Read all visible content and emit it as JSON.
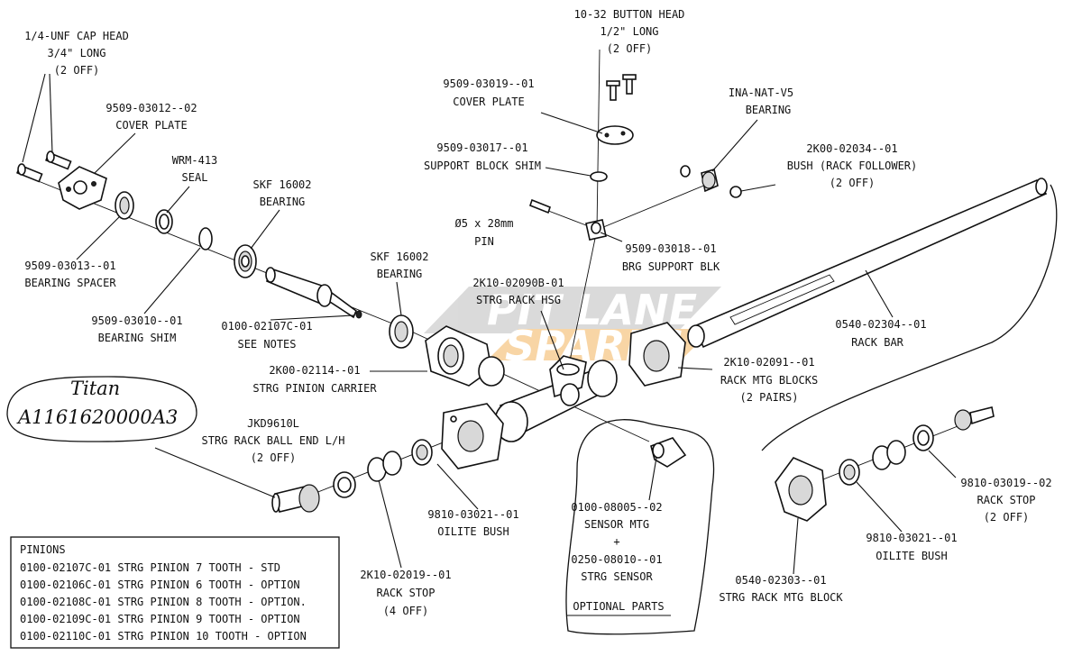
{
  "labels": {
    "cap_head_1": "1/4-UNF CAP HEAD",
    "cap_head_2": "3/4\" LONG",
    "cap_head_3": "(2 OFF)",
    "button_head_1": "10-32 BUTTON HEAD",
    "button_head_2": "1/2\" LONG",
    "button_head_3": "(2 OFF)",
    "cover_plate_l_num": "9509-03012--02",
    "cover_plate_l_name": "COVER PLATE",
    "cover_plate_t_num": "9509-03019--01",
    "cover_plate_t_name": "COVER PLATE",
    "seal_num": "WRM-413",
    "seal_name": "SEAL",
    "skf_1_num": "SKF 16002",
    "skf_1_name": "BEARING",
    "skf_2_num": "SKF 16002",
    "skf_2_name": "BEARING",
    "ina_num": "INA-NAT-V5",
    "ina_name": "BEARING",
    "bush_num": "2K00-02034--01",
    "bush_name": "BUSH (RACK FOLLOWER)",
    "bush_qty": "(2 OFF)",
    "shim_num": "9509-03017--01",
    "shim_name": "SUPPORT BLOCK SHIM",
    "pin_dim": "Ø5 x 28mm",
    "pin_name": "PIN",
    "brg_blk_num": "9509-03018--01",
    "brg_blk_name": "BRG SUPPORT BLK",
    "spacer_num": "9509-03013--01",
    "spacer_name": "BEARING SPACER",
    "bshim_num": "9509-03010--01",
    "bshim_name": "BEARING SHIM",
    "pinion_num": "0100-02107C-01",
    "pinion_name": "SEE NOTES",
    "rack_hsg_num": "2K10-02090B-01",
    "rack_hsg_name": "STRG RACK HSG",
    "rack_bar_num": "0540-02304--01",
    "rack_bar_name": "RACK BAR",
    "carrier_num": "2K00-02114--01",
    "carrier_name": "STRG PINION CARRIER",
    "mtg_blocks_num": "2K10-02091--01",
    "mtg_blocks_name": "RACK MTG BLOCKS",
    "mtg_blocks_qty": "(2 PAIRS)",
    "ball_end_num": "JKD9610L",
    "ball_end_name": "STRG RACK BALL END L/H",
    "ball_end_qty": "(2 OFF)",
    "oilite_l_num": "9810-03021--01",
    "oilite_l_name": "OILITE BUSH",
    "oilite_r_num": "9810-03021--01",
    "oilite_r_name": "OILITE BUSH",
    "rack_stop_l_num": "2K10-02019--01",
    "rack_stop_l_name": "RACK STOP",
    "rack_stop_l_qty": "(4 OFF)",
    "rack_stop_r_num": "9810-03019--02",
    "rack_stop_r_name": "RACK STOP",
    "rack_stop_r_qty": "(2 OFF)",
    "sensor_mtg_num": "0100-08005--02",
    "sensor_mtg_name": "SENSOR MTG",
    "plus": "+",
    "sensor_num": "0250-08010--01",
    "sensor_name": "STRG SENSOR",
    "optional": "OPTIONAL PARTS",
    "mtg_block_num": "0540-02303--01",
    "mtg_block_name": "STRG RACK MTG BLOCK"
  },
  "handwritten": {
    "line1": "Titan",
    "line2": "A1161620000A3"
  },
  "watermark": {
    "line1": "PIT LANE",
    "line2": "SPARES",
    "accent_color": "#f0a23c"
  },
  "pinions": {
    "title": "PINIONS",
    "rows": [
      "0100-02107C-01 STRG PINION 7  TOOTH - STD",
      "0100-02106C-01 STRG PINION 6  TOOTH - OPTION",
      "0100-02108C-01 STRG PINION 8  TOOTH - OPTION.",
      "0100-02109C-01 STRG PINION 9  TOOTH - OPTION",
      "0100-02110C-01 STRG PINION 10 TOOTH - OPTION"
    ]
  }
}
